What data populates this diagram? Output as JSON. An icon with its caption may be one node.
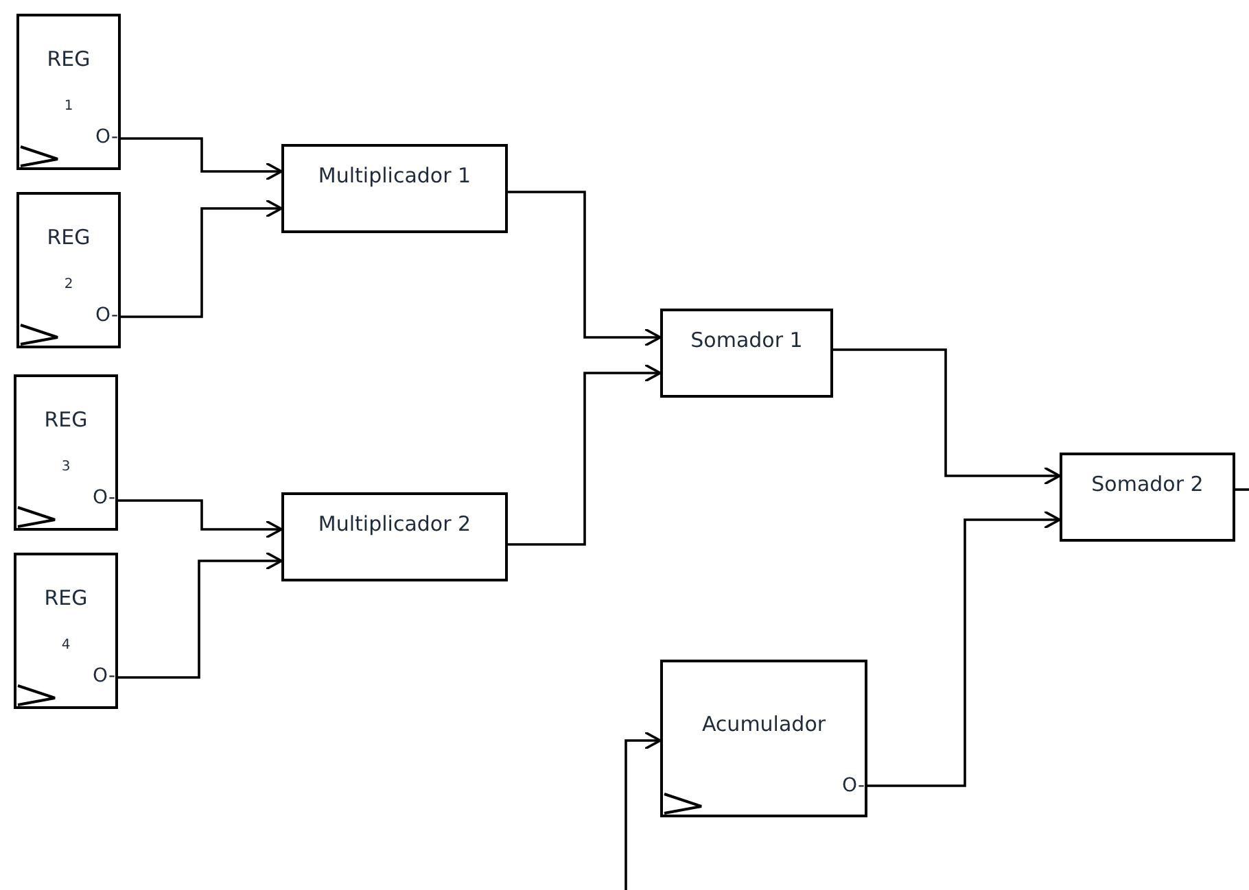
{
  "diagram": {
    "nodes": [
      {
        "text": [
          "REG",
          "1",
          "O-"
        ]
      },
      {
        "text": [
          "REG",
          "2",
          "O-"
        ]
      },
      {
        "text": [
          "REG",
          "3",
          "O-"
        ]
      },
      {
        "text": [
          "REG",
          "4",
          "O-"
        ]
      },
      {
        "text": [
          "Multiplicador 1"
        ]
      },
      {
        "text": [
          "Multiplicador 2"
        ]
      },
      {
        "text": [
          "Somador 1"
        ]
      },
      {
        "text": [
          "Somador 2"
        ]
      },
      {
        "text": [
          "Acumulador",
          "O-"
        ]
      }
    ],
    "edges": [
      {
        "from": 0,
        "to": 4,
        "arrow": "to"
      },
      {
        "from": 1,
        "to": 4,
        "arrow": "to"
      },
      {
        "from": 2,
        "to": 5,
        "arrow": "to"
      },
      {
        "from": 3,
        "to": 5,
        "arrow": "to"
      },
      {
        "from": 4,
        "to": 6,
        "arrow": "to"
      },
      {
        "from": 5,
        "to": 6,
        "arrow": "to"
      },
      {
        "from": 6,
        "to": 7,
        "arrow": "to"
      },
      {
        "from": 8,
        "to": 7,
        "arrow": "to"
      },
      {
        "from": null,
        "to": 8,
        "arrow": "to"
      },
      {
        "from": 7,
        "to": null,
        "arrow": "none"
      }
    ]
  }
}
